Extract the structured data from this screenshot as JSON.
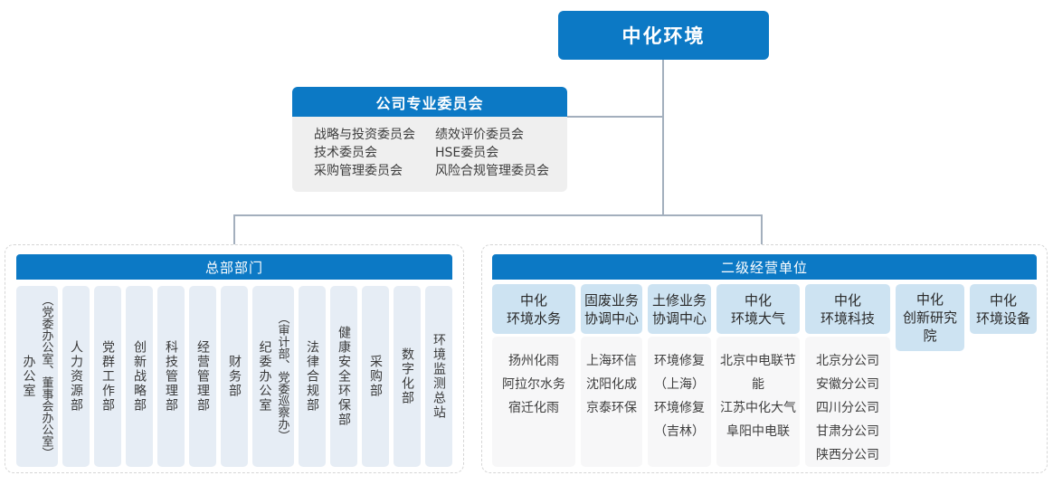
{
  "colors": {
    "accent_blue": "#0c79c5",
    "dept_fill": "#e6edf5",
    "unit_header_fill": "#cde3f2",
    "committee_body_fill": "#efefef",
    "unit_body_fill": "#f7f7f8",
    "connector": "#a3afbd"
  },
  "root": {
    "title": "中化环境"
  },
  "committees": {
    "title": "公司专业委员会",
    "left_column": [
      "战略与投资委员会",
      "技术委员会",
      "采购管理委员会"
    ],
    "right_column": [
      "绩效评价委员会",
      "HSE委员会",
      "风险合规管理委员会"
    ]
  },
  "hq": {
    "title": "总部部门",
    "departments": [
      {
        "name": "办公室",
        "annex": "（党委办公室、董事会办公室）"
      },
      {
        "name": "人力资源部"
      },
      {
        "name": "党群工作部"
      },
      {
        "name": "创新战略部"
      },
      {
        "name": "科技管理部"
      },
      {
        "name": "经营管理部"
      },
      {
        "name": "财务部"
      },
      {
        "name": "纪委办公室",
        "annex": "（审计部、党委巡察办）"
      },
      {
        "name": "法律合规部"
      },
      {
        "name": "健康安全环保部"
      },
      {
        "name": "采购部"
      },
      {
        "name": "数字化部"
      },
      {
        "name": "环境监测总站"
      }
    ]
  },
  "business_units": {
    "title": "二级经营单位",
    "units": [
      {
        "name": "中化\n环境水务",
        "subsidiaries": [
          "扬州化雨",
          "阿拉尔水务",
          "宿迁化雨"
        ]
      },
      {
        "name": "固废业务\n协调中心",
        "subsidiaries": [
          "上海环信",
          "沈阳化成",
          "京泰环保"
        ]
      },
      {
        "name": "土修业务\n协调中心",
        "subsidiaries": [
          "环境修复\n（上海）",
          "环境修复\n（吉林）"
        ]
      },
      {
        "name": "中化\n环境大气",
        "subsidiaries": [
          "北京中电联节能",
          "江苏中化大气",
          "阜阳中电联"
        ]
      },
      {
        "name": "中化\n环境科技",
        "subsidiaries": [
          "北京分公司",
          "安徽分公司",
          "四川分公司",
          "甘肃分公司",
          "陕西分公司"
        ]
      },
      {
        "name": "中化\n创新研究院",
        "subsidiaries": []
      },
      {
        "name": "中化\n环境设备",
        "subsidiaries": []
      }
    ]
  }
}
